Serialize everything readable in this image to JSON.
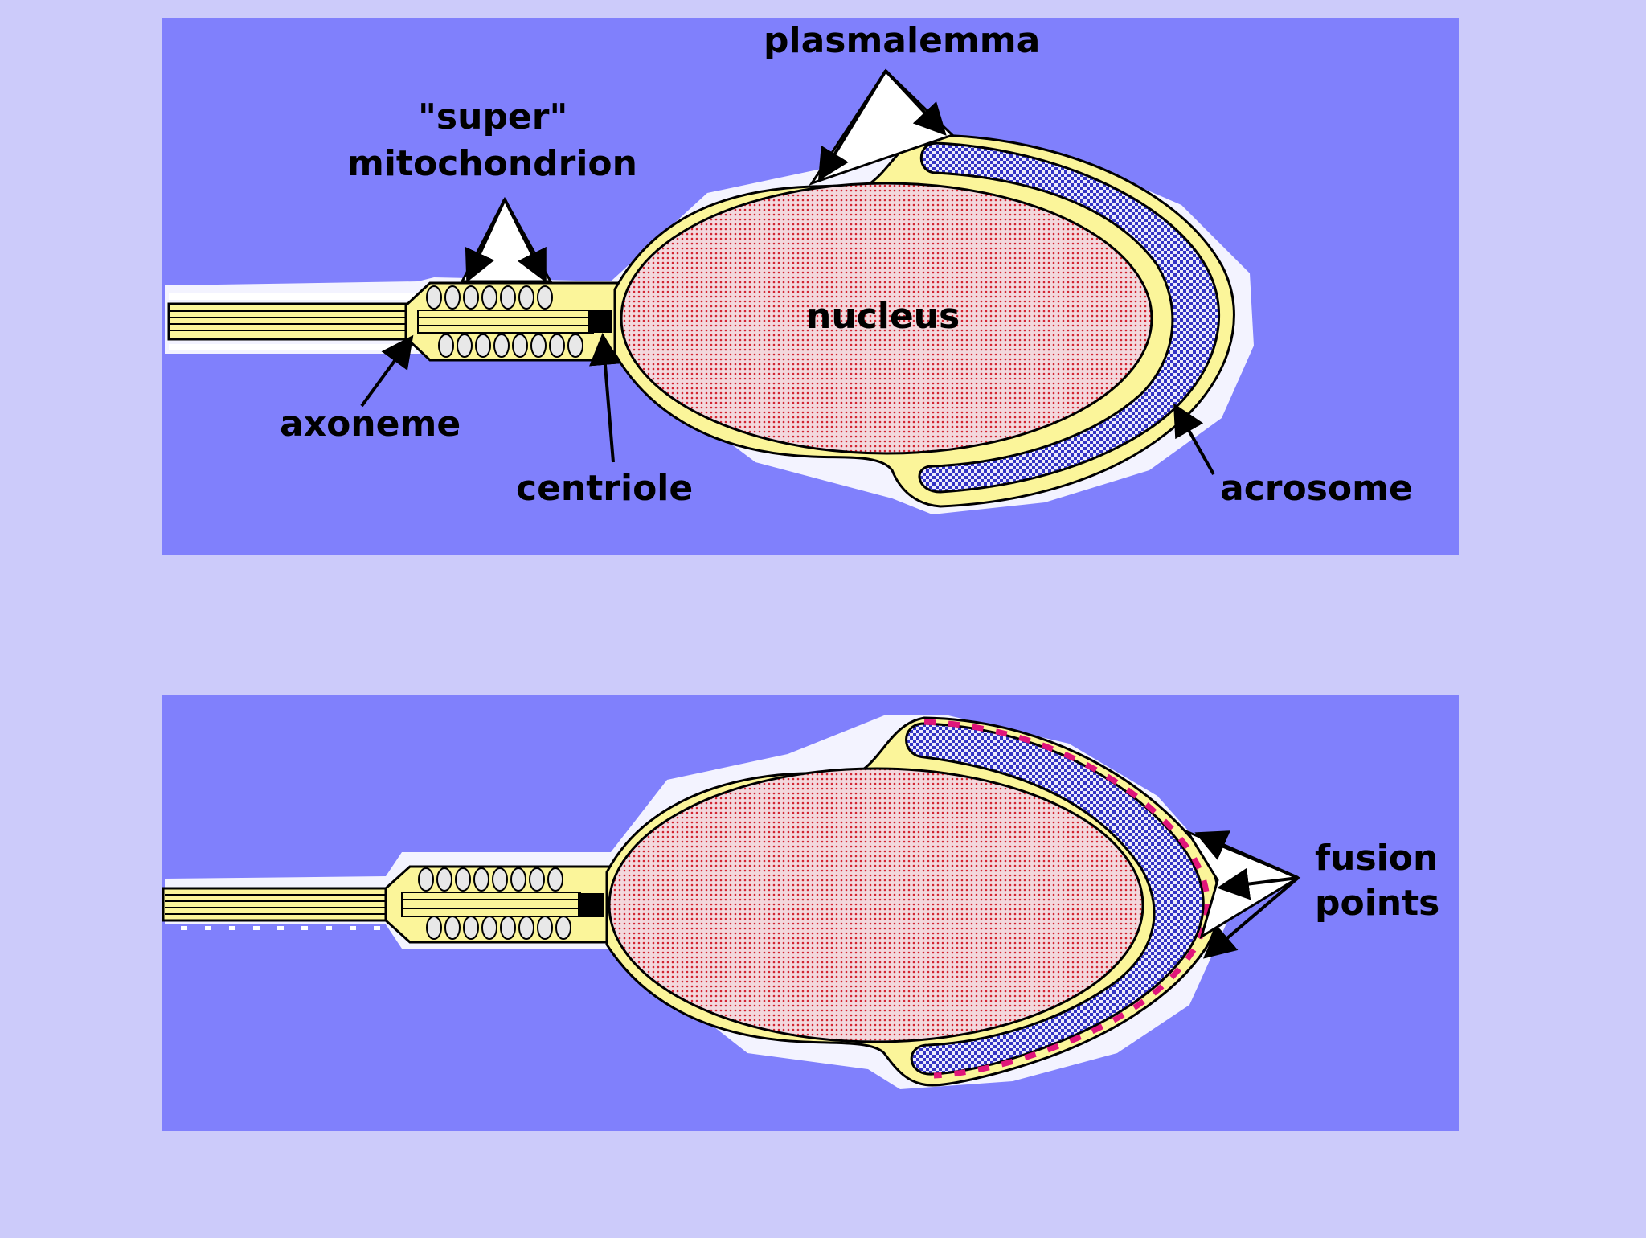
{
  "colors": {
    "page_background": "#cccbfa",
    "panel_background": "#8080fc",
    "membrane_yellow": "#fbf59a",
    "nucleus_fill": "#f3d8dd",
    "nucleus_dots": "#d2222f",
    "acrosome_fill": "#ecebfc",
    "acrosome_dots": "#3434c4",
    "fusion_dash": "#e0157a",
    "arrow_white": "#ffffff",
    "outline": "#000000"
  },
  "top_panel": {
    "labels": {
      "plasmalemma": "plasmalemma",
      "super_line1": "\"super\"",
      "super_line2": "mitochondrion",
      "nucleus": "nucleus",
      "axoneme": "axoneme",
      "centriole": "centriole",
      "acrosome": "acrosome"
    }
  },
  "bottom_panel": {
    "labels": {
      "fusion_line1": "fusion",
      "fusion_line2": "points"
    }
  }
}
